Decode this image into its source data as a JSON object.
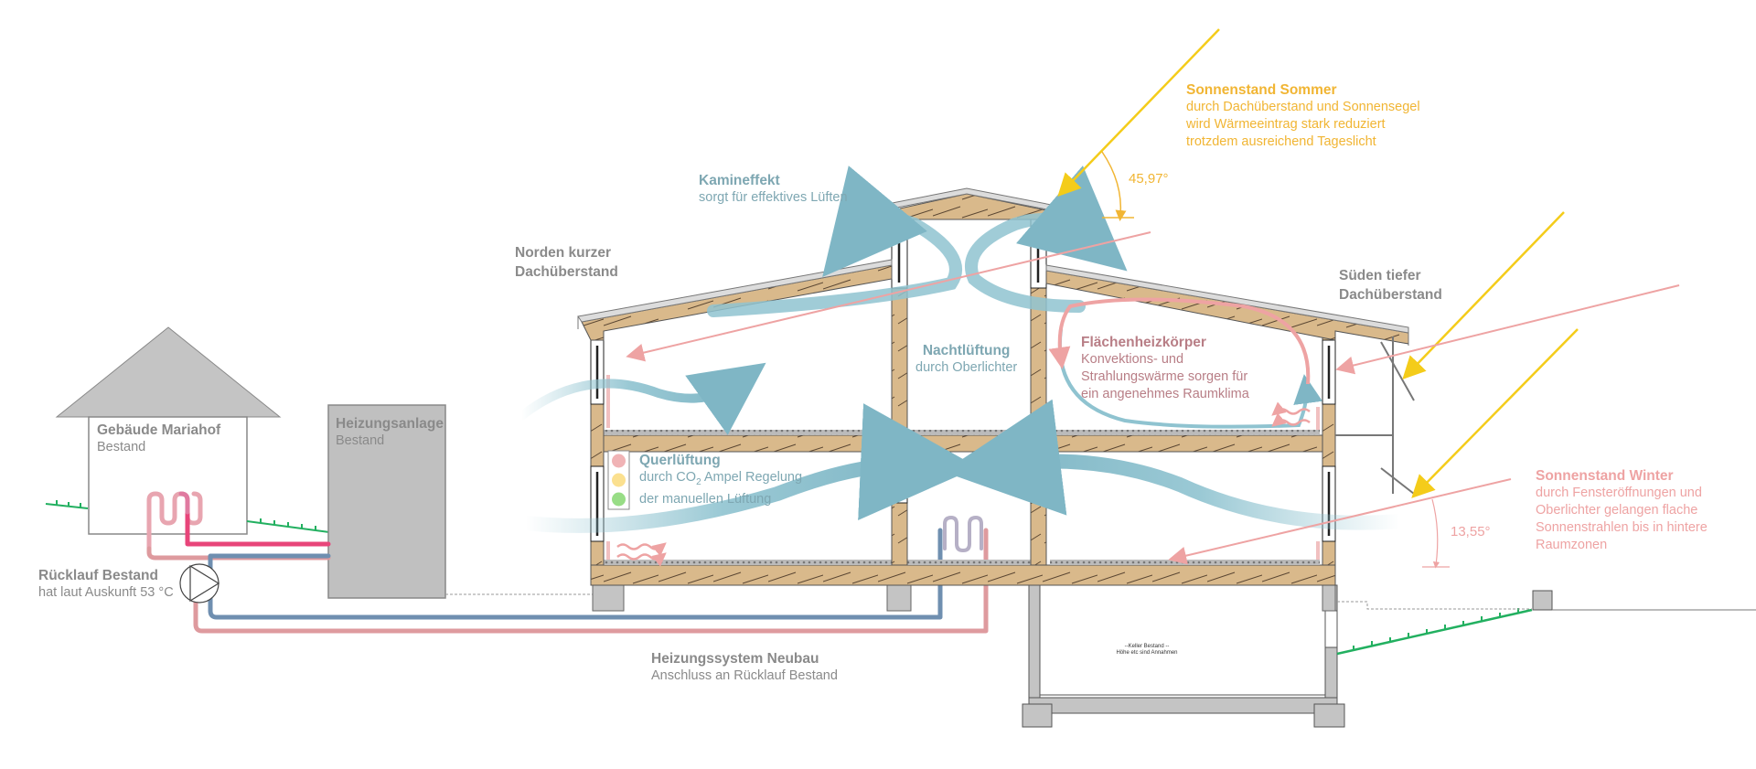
{
  "title": "Gebäudeschnitt Lüftungs-, Heiz- und Sonnenkonzept",
  "colors": {
    "summer_sun": "#f4cc1a",
    "summer_text": "#f1b533",
    "winter_sun": "#eea3a3",
    "air_flow": "#8fc3d0",
    "air_text": "#7ea7b2",
    "heat_text": "#b87e86",
    "wood": "#d9b98b",
    "concrete": "#c4c4c4",
    "supply_pipe": "#e8457a",
    "return_pipe": "#6f8fb0",
    "return_pipe_warm": "#de9a9e",
    "ground": "#22b060",
    "label_gray": "#8a8a8a"
  },
  "labels": {
    "summer": {
      "title": "Sonnenstand Sommer",
      "lines": [
        "durch Dachüberstand und Sonnensegel",
        "wird Wärmeeintrag stark reduziert",
        "trotzdem ausreichend Tageslicht"
      ]
    },
    "summer_angle": "45,97°",
    "winter": {
      "title": "Sonnenstand Winter",
      "lines": [
        "durch Fensteröffnungen und",
        "Oberlichter gelangen flache",
        "Sonnenstrahlen bis in hintere",
        "Raumzonen"
      ]
    },
    "winter_angle": "13,55°",
    "kamineffekt": {
      "title": "Kamineffekt",
      "sub": "sorgt für effektives Lüften"
    },
    "north": {
      "line1": "Norden kurzer",
      "line2": "Dachüberstand"
    },
    "south": {
      "line1": "Süden tiefer",
      "line2": "Dachüberstand"
    },
    "nachtlueftung": {
      "title": "Nachtlüftung",
      "sub": "durch Oberlichter"
    },
    "flaechenheiz": {
      "title": "Flächenheizkörper",
      "lines": [
        "Konvektions- und",
        "Strahlungswärme sorgen für",
        "ein angenehmes Raumklima"
      ]
    },
    "querlueftung": {
      "title": "Querlüftung",
      "line1_pre": "durch CO",
      "line1_sub": "2",
      "line1_post": " Ampel Regelung",
      "line2": "der manuellen Lüftung"
    },
    "mariahof": {
      "title": "Gebäude Mariahof",
      "sub": "Bestand"
    },
    "heizungsanlage": {
      "title": "Heizungsanlage",
      "sub": "Bestand"
    },
    "ruecklauf": {
      "title": "Rücklauf Bestand",
      "sub": "hat laut Auskunft 53 °C"
    },
    "heizsystem": {
      "title": "Heizungssystem Neubau",
      "sub": "Anschluss an Rücklauf Bestand"
    },
    "keller": {
      "line1": "--Keller Bestand --",
      "line2": "Höhe etc sind Annahmen"
    }
  },
  "traffic_light": [
    "#f0b3b5",
    "#fbe08f",
    "#98dd86"
  ]
}
